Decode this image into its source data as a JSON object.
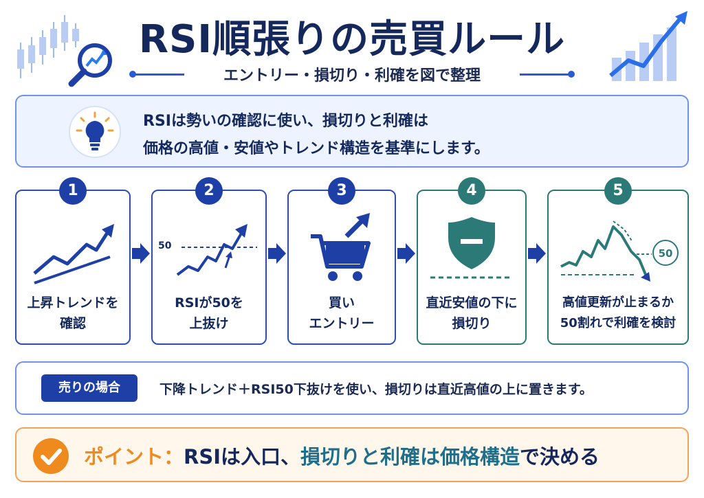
{
  "header": {
    "title": "RSI順張りの売買ルール",
    "subtitle": "エントリー・損切り・利確を図で整理"
  },
  "intro": {
    "icon": "lightbulb-icon",
    "line1": "RSIは勢いの確認に使い、損切りと利確は",
    "line2": "価格の高値・安値やトレンド構造を基準にします。"
  },
  "steps": [
    {
      "number": "1",
      "label_line1": "上昇トレンドを",
      "label_line2": "確認",
      "icon": "uptrend-chart-icon"
    },
    {
      "number": "2",
      "label_line1": "RSIが50を",
      "label_line2": "上抜け",
      "icon": "rsi-cross-icon",
      "level": "50"
    },
    {
      "number": "3",
      "label_line1": "買い",
      "label_line2": "エントリー",
      "icon": "shopping-cart-icon"
    },
    {
      "number": "4",
      "label_line1": "直近安値の下に",
      "label_line2": "損切り",
      "icon": "shield-icon"
    },
    {
      "number": "5",
      "label_line1": "高値更新が止まるか",
      "label_line2": "50割れで利確を検討",
      "icon": "peak-reversal-icon",
      "level": "50"
    }
  ],
  "sell": {
    "tag": "売りの場合",
    "text": "下降トレンド＋RSI50下抜けを使い、損切りは直近高値の上に置きます。"
  },
  "point": {
    "icon": "check-icon",
    "label": "ポイント：",
    "part1": "RSIは入口、",
    "part2": "損切りと利確は価格構造",
    "part3": "で決める"
  },
  "colors": {
    "navy": "#14285c",
    "blue": "#1d3fa6",
    "teal": "#2b7a78",
    "orange": "#ef8a1e"
  }
}
